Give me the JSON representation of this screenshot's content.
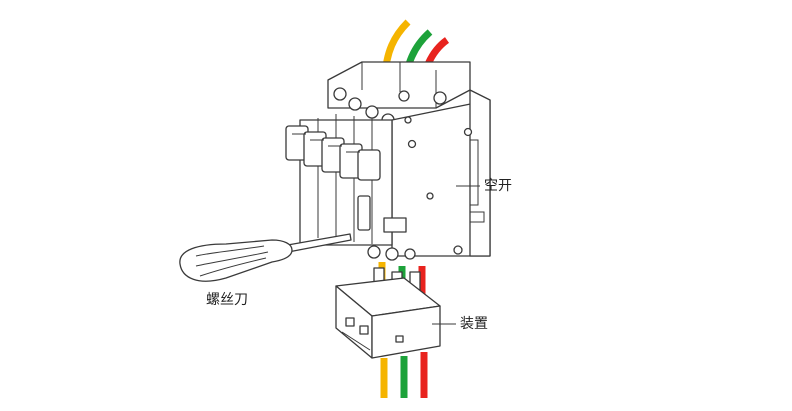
{
  "labels": {
    "breaker": "空开",
    "screwdriver": "螺丝刀",
    "device": "装置"
  },
  "wire_colors": {
    "yellow": "#F5B400",
    "green": "#1DA23A",
    "red": "#E8231E"
  },
  "ink_color": "#3a3a3a"
}
